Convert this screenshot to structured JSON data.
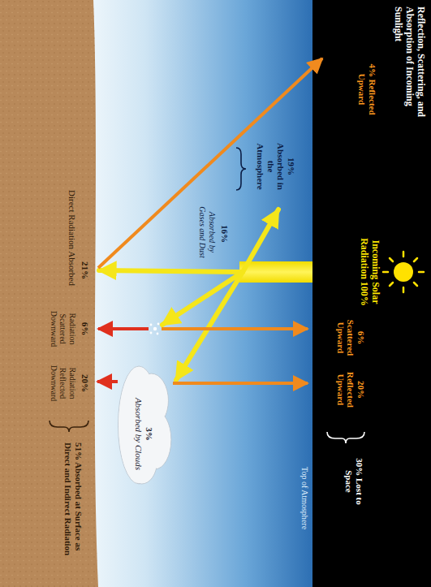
{
  "diagram": {
    "title": "Reflection, Scattering, and Absorption of Incoming Sunlight",
    "nodes": [
      {
        "text": [
          "3%",
          "Absorbed by Clouds"
        ]
      }
    ],
    "labels": [
      "Incoming Solar Radiation 100%",
      "4% Reflected Upward",
      "6% Scattered Upward",
      "20% Reflected Upward",
      "30% Lost to Space",
      "Top of Atmosphere",
      "19% Absorbed in the Atmosphere",
      "16%",
      "Absorbed by Gases and Dust",
      "21%",
      "Direct Radiation Absorbed",
      "6%",
      "Radiation Scattered Downward",
      "20%",
      "Radiation Reflected Downward",
      "51% Absorbed at Surface as Direct and Indirect Radiation"
    ]
  }
}
